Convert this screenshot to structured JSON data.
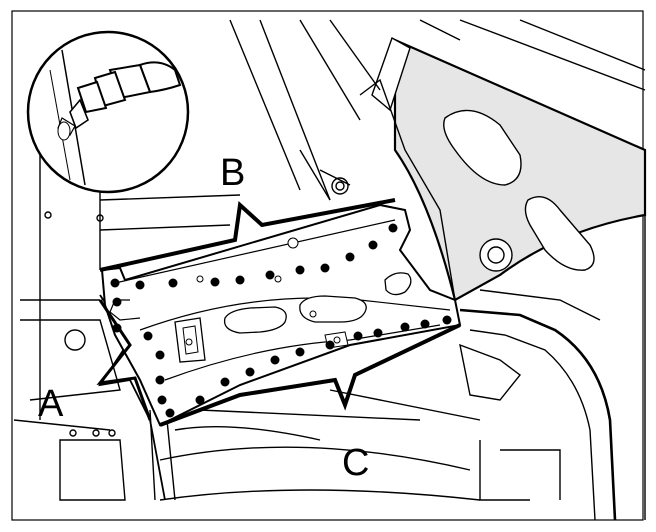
{
  "figure": {
    "labels": {
      "a": "A",
      "b": "B",
      "c": "C"
    },
    "colors": {
      "line": "#000000",
      "panel_fill": "#e6e6e6",
      "background": "#ffffff",
      "weld_dot": "#000000"
    },
    "inset_icon": "spot-weld-drill-icon"
  }
}
